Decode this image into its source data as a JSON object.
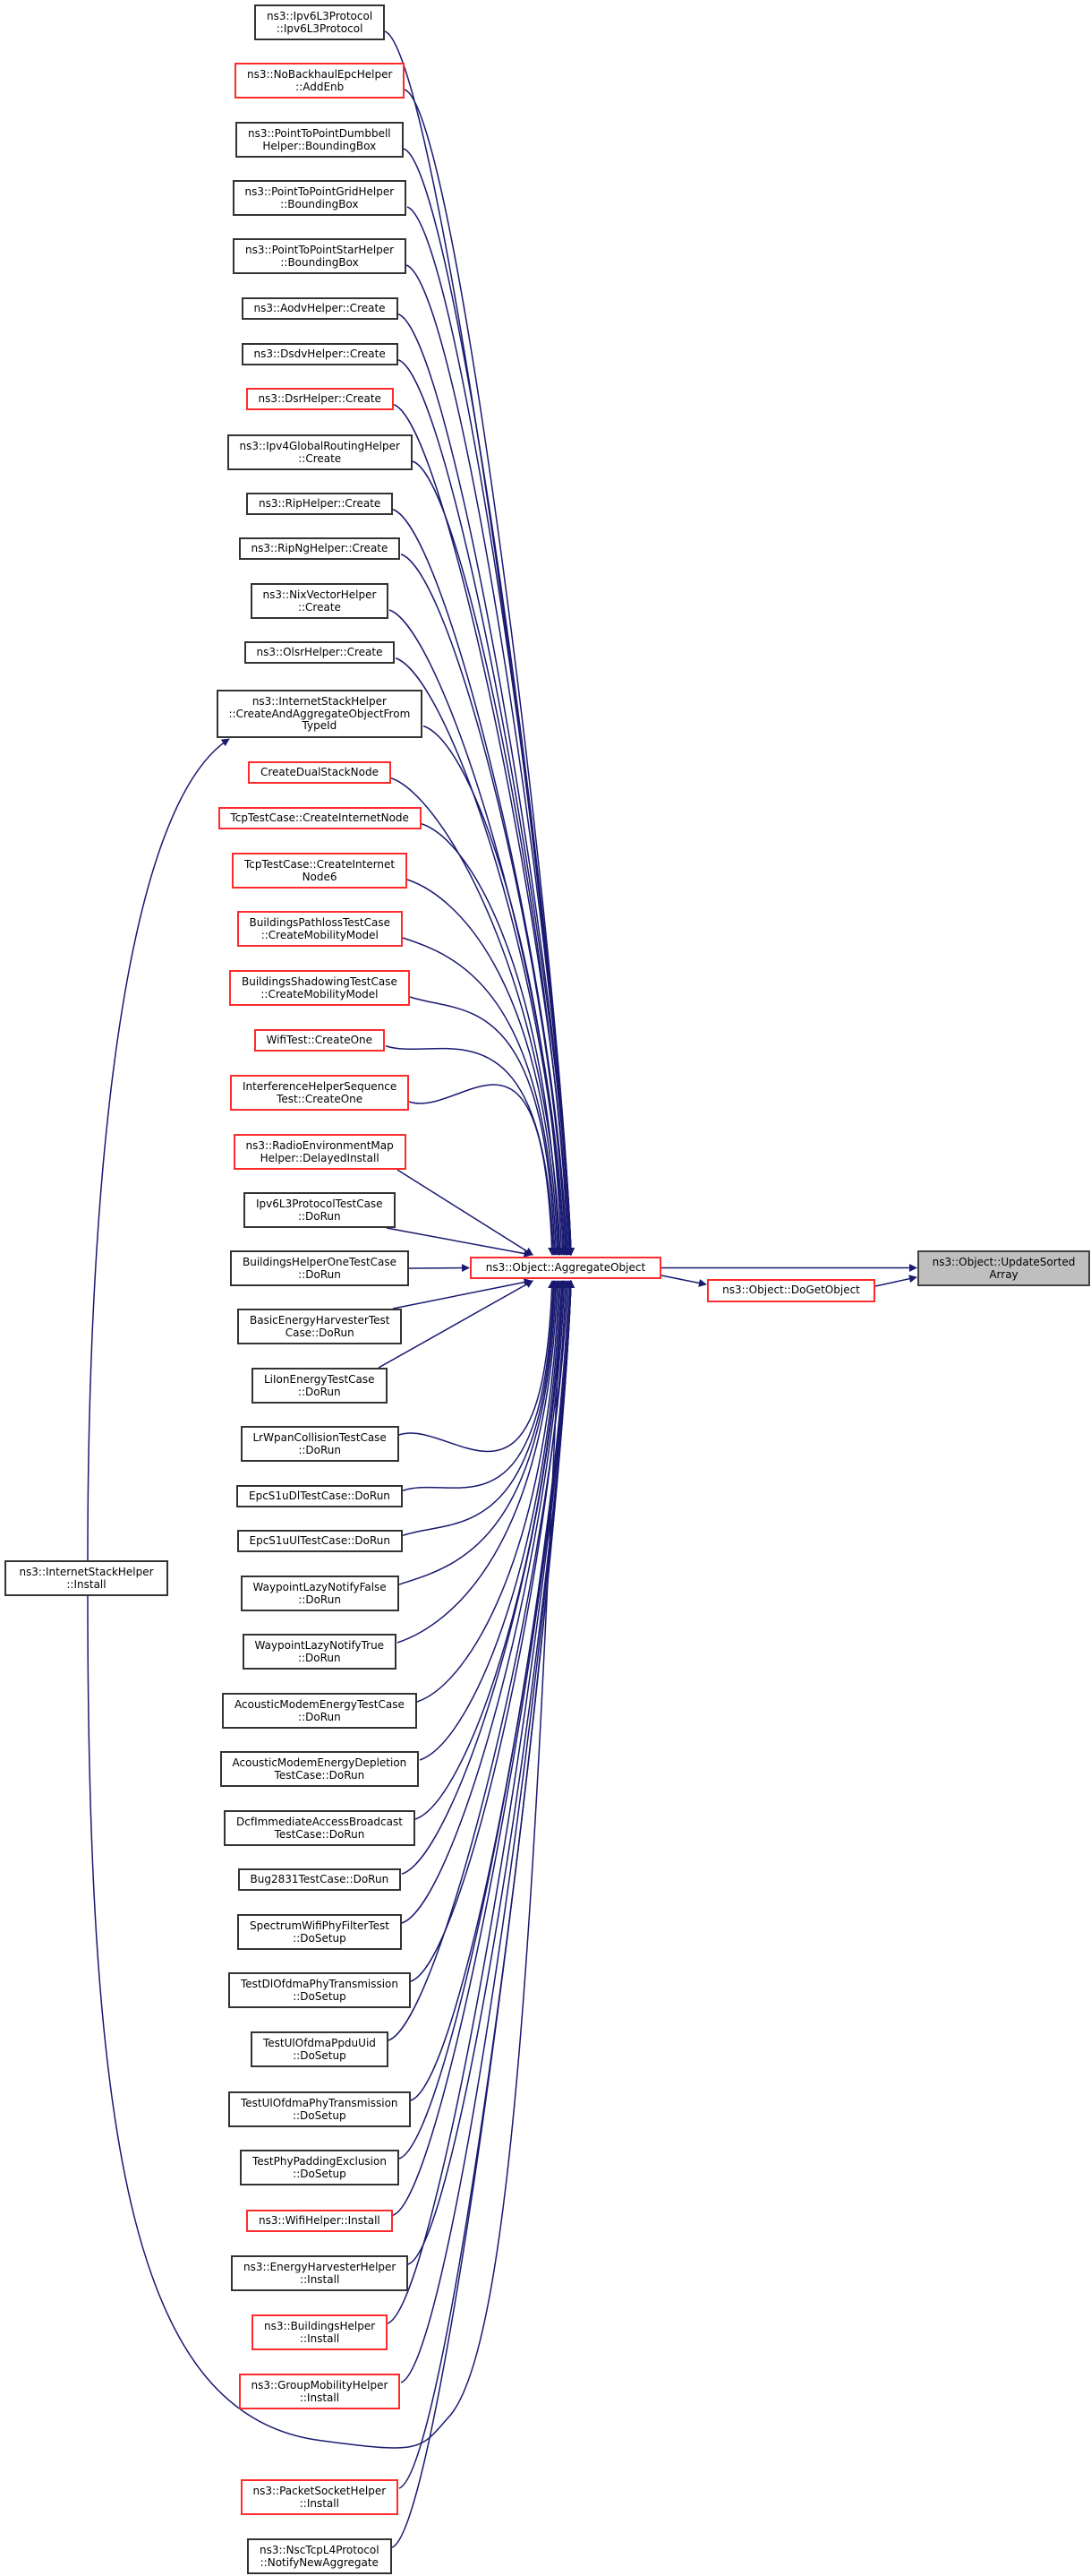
{
  "colors": {
    "edge": "#191970",
    "red_border": "#ff2b2b",
    "black_border": "#333333",
    "focus_fill": "#bfbfbf"
  },
  "callers": [
    {
      "label": "ns3::Ipv6L3Protocol\n::Ipv6L3Protocol",
      "red": false
    },
    {
      "label": "ns3::NoBackhaulEpcHelper\n::AddEnb",
      "red": true
    },
    {
      "label": "ns3::PointToPointDumbbell\nHelper::BoundingBox",
      "red": false
    },
    {
      "label": "ns3::PointToPointGridHelper\n::BoundingBox",
      "red": false
    },
    {
      "label": "ns3::PointToPointStarHelper\n::BoundingBox",
      "red": false
    },
    {
      "label": "ns3::AodvHelper::Create",
      "red": false
    },
    {
      "label": "ns3::DsdvHelper::Create",
      "red": false
    },
    {
      "label": "ns3::DsrHelper::Create",
      "red": true
    },
    {
      "label": "ns3::Ipv4GlobalRoutingHelper\n::Create",
      "red": false
    },
    {
      "label": "ns3::RipHelper::Create",
      "red": false
    },
    {
      "label": "ns3::RipNgHelper::Create",
      "red": false
    },
    {
      "label": "ns3::NixVectorHelper\n::Create",
      "red": false
    },
    {
      "label": "ns3::OlsrHelper::Create",
      "red": false
    },
    {
      "label": "ns3::InternetStackHelper\n::CreateAndAggregateObjectFrom\nTypeId",
      "red": false
    },
    {
      "label": "CreateDualStackNode",
      "red": true
    },
    {
      "label": "TcpTestCase::CreateInternetNode",
      "red": true
    },
    {
      "label": "TcpTestCase::CreateInternet\nNode6",
      "red": true
    },
    {
      "label": "BuildingsPathlossTestCase\n::CreateMobilityModel",
      "red": true
    },
    {
      "label": "BuildingsShadowingTestCase\n::CreateMobilityModel",
      "red": true
    },
    {
      "label": "WifiTest::CreateOne",
      "red": true
    },
    {
      "label": "InterferenceHelperSequence\nTest::CreateOne",
      "red": true
    },
    {
      "label": "ns3::RadioEnvironmentMap\nHelper::DelayedInstall",
      "red": true
    },
    {
      "label": "Ipv6L3ProtocolTestCase\n::DoRun",
      "red": false
    },
    {
      "label": "BuildingsHelperOneTestCase\n::DoRun",
      "red": false
    },
    {
      "label": "BasicEnergyHarvesterTest\nCase::DoRun",
      "red": false
    },
    {
      "label": "LiIonEnergyTestCase\n::DoRun",
      "red": false
    },
    {
      "label": "LrWpanCollisionTestCase\n::DoRun",
      "red": false
    },
    {
      "label": "EpcS1uDlTestCase::DoRun",
      "red": false
    },
    {
      "label": "EpcS1uUlTestCase::DoRun",
      "red": false
    },
    {
      "label": "WaypointLazyNotifyFalse\n::DoRun",
      "red": false
    },
    {
      "label": "WaypointLazyNotifyTrue\n::DoRun",
      "red": false
    },
    {
      "label": "AcousticModemEnergyTestCase\n::DoRun",
      "red": false
    },
    {
      "label": "AcousticModemEnergyDepletion\nTestCase::DoRun",
      "red": false
    },
    {
      "label": "DcfImmediateAccessBroadcast\nTestCase::DoRun",
      "red": false
    },
    {
      "label": "Bug2831TestCase::DoRun",
      "red": false
    },
    {
      "label": "SpectrumWifiPhyFilterTest\n::DoSetup",
      "red": false
    },
    {
      "label": "TestDlOfdmaPhyTransmission\n::DoSetup",
      "red": false
    },
    {
      "label": "TestUlOfdmaPpduUid\n::DoSetup",
      "red": false
    },
    {
      "label": "TestUlOfdmaPhyTransmission\n::DoSetup",
      "red": false
    },
    {
      "label": "TestPhyPaddingExclusion\n::DoSetup",
      "red": false
    },
    {
      "label": "ns3::WifiHelper::Install",
      "red": true
    },
    {
      "label": "ns3::EnergyHarvesterHelper\n::Install",
      "red": false
    },
    {
      "label": "ns3::BuildingsHelper\n::Install",
      "red": true
    },
    {
      "label": "ns3::GroupMobilityHelper\n::Install",
      "red": true
    },
    {
      "label": "ns3::PacketSocketHelper\n::Install",
      "red": true
    },
    {
      "label": "ns3::NscTcpL4Protocol\n::NotifyNewAggregate",
      "red": false
    }
  ],
  "install_node": {
    "label": "ns3::InternetStackHelper\n::Install",
    "red": false
  },
  "aggregate_node": {
    "label": "ns3::Object::AggregateObject",
    "red": true
  },
  "dogetobject_node": {
    "label": "ns3::Object::DoGetObject",
    "red": true
  },
  "focus_node": {
    "label": "ns3::Object::UpdateSorted\nArray"
  }
}
